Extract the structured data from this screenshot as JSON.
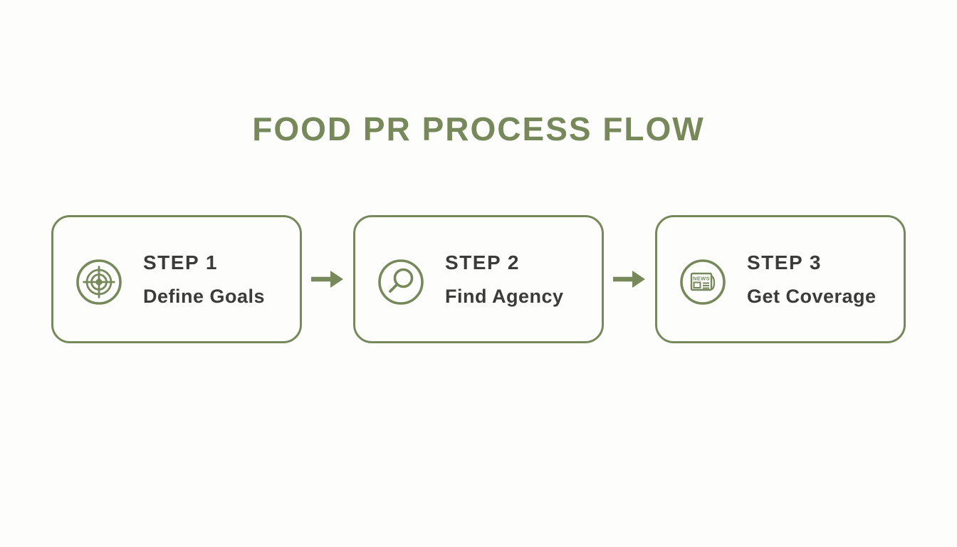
{
  "title": "FOOD PR PROCESS FLOW",
  "colors": {
    "accent_green": "#77885B",
    "text_dark": "#3B3B3B",
    "background": "#FDFDFC"
  },
  "steps": [
    {
      "label": "STEP 1",
      "name": "Define Goals",
      "icon": "target-icon"
    },
    {
      "label": "STEP 2",
      "name": "Find Agency",
      "icon": "magnifier-icon"
    },
    {
      "label": "STEP 3",
      "name": "Get Coverage",
      "icon": "newspaper-icon",
      "icon_text": "NEWS"
    }
  ]
}
